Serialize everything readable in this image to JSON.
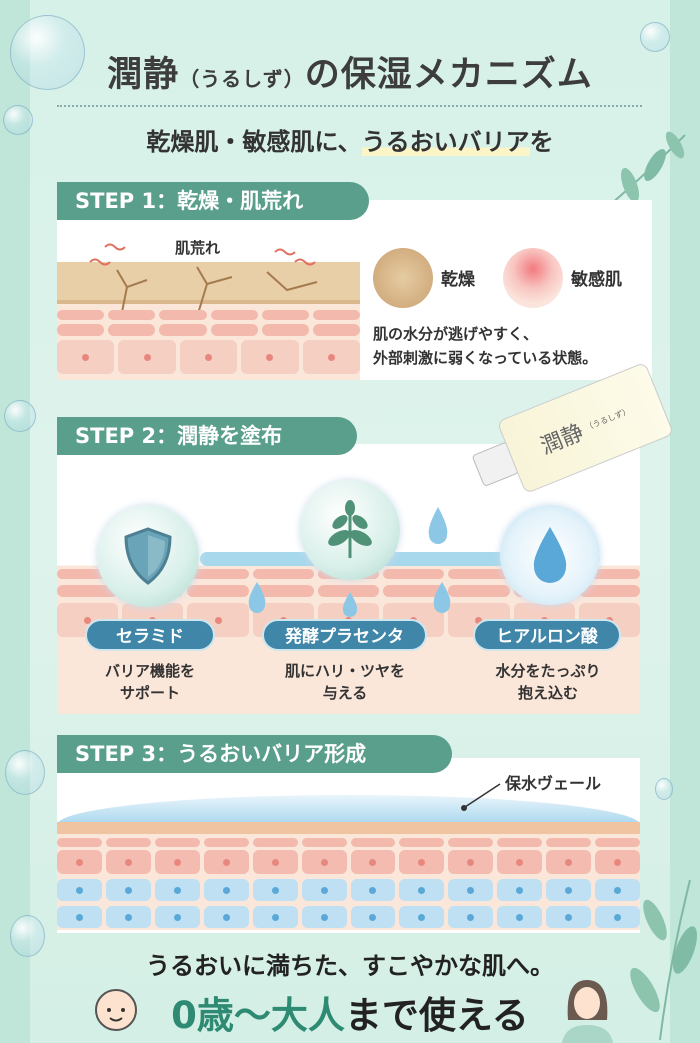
{
  "header": {
    "title_main": "潤静",
    "title_reading": "（うるしず）",
    "title_rest": "の保湿メカニズム",
    "subtitle_pre": "乾燥肌・敏感肌に、",
    "subtitle_highlight": "うるおいバリア",
    "subtitle_post": "を"
  },
  "step1": {
    "tab": "STEP 1：乾燥・肌荒れ",
    "skin_label": "肌荒れ",
    "icon_dry_label": "乾燥",
    "icon_sensitive_label": "敏感肌",
    "description_line1": "肌の水分が逃げやすく、",
    "description_line2": "外部刺激に弱くなっている状態。"
  },
  "step2": {
    "tab": "STEP 2：潤静を塗布",
    "bottle_label": "潤静",
    "bottle_reading": "（うるしず）",
    "ingredients": [
      {
        "name": "セラミド",
        "icon": "shield-icon",
        "line1": "バリア機能を",
        "line2": "サポート"
      },
      {
        "name": "発酵プラセンタ",
        "icon": "plant-icon",
        "line1": "肌にハリ・ツヤを",
        "line2": "与える"
      },
      {
        "name": "ヒアルロン酸",
        "icon": "water-drop-icon",
        "line1": "水分をたっぷり",
        "line2": "抱え込む"
      }
    ]
  },
  "step3": {
    "tab": "STEP 3：うるおいバリア形成",
    "veil_label": "保水ヴェール"
  },
  "footer": {
    "tagline": "うるおいに満ちた、すこやかな肌へ。",
    "age_highlight": "0歳〜大人",
    "age_rest": "まで使える"
  },
  "colors": {
    "accent_green": "#5a9e8c",
    "pill_blue": "#3f86a8",
    "age_green": "#2e8a72",
    "skin_pink": "#f4c3b8",
    "cell_blue": "#bfe0f2"
  }
}
